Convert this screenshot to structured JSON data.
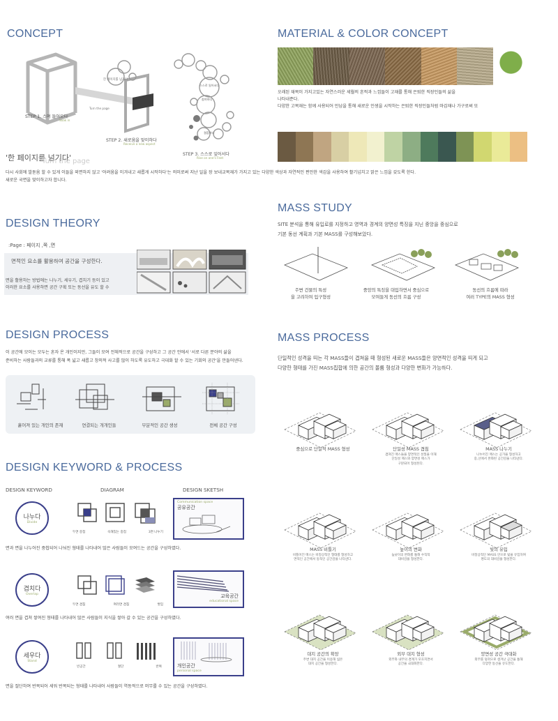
{
  "concept": {
    "heading": "CONCEPT",
    "step1": "STEP 1. 스며 들어오다",
    "step1_en": "Soak in",
    "step2": "STEP 2. 새로움을 맞이하다",
    "step2_en": "Receive a new aspect",
    "step3": "STEP 3. 스스로 잎어서다",
    "step3_en": "Rise on one's Feet",
    "label_turn": "한 페이지를 넘기다",
    "label_turnpage": "Turn the page",
    "bubble1": "스스로 일어서다",
    "bubble2": "참여하다",
    "bubble3": "결합하다",
    "quote": "'한 페이지를 넘기다'",
    "quote_en": "Turn the page",
    "body": "다시 사회에 발돋움 할 수 있게 이들을 외면하지 않고 '어려움을 이겨내고 새롭게 시작하다'는 의미로써 지난 일을 장 보내교목재가 가지고 있는 다양한 색상과 자연적인 편안한 색감을 사용하여 활기넘치고 밝은 느낌을 갖도록 한다.",
    "body2": "새로운 국면을 맞이하고자 합니다."
  },
  "material": {
    "heading": "MATERIAL & COLOR CONCEPT",
    "line1": "오래된 재목이 가지고있는 자연스러운 세월의 흔적과 느낌들이 고재를 통해 은퇴한 직장인들의 삶을",
    "line2": "나타내준다.",
    "line3": "다양한 고목재는 함께 사용되어 만남을 통해 새로운 인생을 시작하는 은퇴한 직장인들처럼 마감재나 가구로써 또",
    "photo_colors": [
      "#8ea35c",
      "#6b5b45",
      "#7a6550",
      "#8a6b45",
      "#c79a62",
      "#b8ab8c",
      "#7fae4a"
    ],
    "swatches": [
      "#6b5a42",
      "#8e7654",
      "#c0a581",
      "#d8cfa4",
      "#eee8b8",
      "#f2f1cf",
      "#bfd3a4",
      "#8dae84",
      "#4e7a5c",
      "#3a5750",
      "#7e9355",
      "#d1d770",
      "#eaea98",
      "#ecbf83"
    ]
  },
  "theory": {
    "heading": "DESIGN THEORY",
    "page_def": ":Page : 페이지 ,쪽 ,면",
    "highlight": "면적인 요소를 활용하여 공간을 구성한다.",
    "body1": "면을 활용하는 방법에는 나누기, 세우기, 겹치기 등이 있고",
    "body2": "이러한 요소를 사용하면  공간 구획 또는 동선을 유도 할 수"
  },
  "mass_study": {
    "heading": "MASS STUDY",
    "line1": "SITE 분석을 통해 유입로를 지정하고 영역과 경계의 양면성 특징을 지닌 중앙을 중심으로",
    "line2": "기본 동선  계획과 기본 MASS를 구성해보았다.",
    "items": [
      {
        "l1": "주변 건물의 특성",
        "l2": "을 고려하여 입구형성"
      },
      {
        "l1": "중앙의 특징을 대입하면서 중심으로",
        "l2": "모여들게 동선의 흐름 구성"
      },
      {
        "l1": "동선의 흐름에 따라",
        "l2": "여러 TYPE의 MASS 형성"
      }
    ]
  },
  "process": {
    "heading": "DESIGN PROCESS",
    "line1": "이 공간에 모이는 모두는 혼자 온 개인이지만, 그들이 모여 전체적으로 공간을 구성하고 그 공간 안에서 '서로 다른 분야의 삶을",
    "line2": "준비하는 사람들과의 교류를 통해 폭 넓고 새롭고 창의적 사고를 많이 하도록 유도하고 극대화 할 수 있는 기회의 공간'을 만들어낸다.",
    "steps": [
      "흩어져 있는 개인의 존재",
      "연결되는 개개인들",
      "부분적인 공간 생성",
      "전체 공간 구성"
    ]
  },
  "mass_process": {
    "heading": "MASS PROCESS",
    "line1": "단일적인 성격을 띄는 각 MASS들이 겹쳐을 때 형성된 새로운 MASS들은 양면적인 성격을 띄게 되고",
    "line2": "다양한 형태를 가진 MASS집합에 의한 공간의 볼륨 형성과 다양한 변화가 가능하다.",
    "items": [
      {
        "title": "중심으로 단일적 MASS 형성",
        "d1": "",
        "d2": "",
        "d3": ""
      },
      {
        "title": "단일성 MASS 겹침",
        "d1": "겹쳐진 매스들을 양면적인 성질을 이해",
        "d2": "단일성 매스와 양면성 매스가",
        "d3": "구분되어 형성된다."
      },
      {
        "title": "MASS 나누기",
        "d1": "나누어진 매스는 공가을 형성하고",
        "d2": "중,선에서 완화된 공간감을 나타낸다.",
        "d3": ""
      },
      {
        "title": "MASS 비틀기",
        "d1": "비틀어진 매스는 비정상적인 형태를 형성하고",
        "d2": "면적인 공간에서 동적인 공간감을 나타낸다.",
        "d3": ""
      },
      {
        "title": "높이의 변화",
        "d1": "높낮이의 변화를 통해 수직적",
        "d2": "대비감을 형성한다.",
        "d3": ""
      },
      {
        "title": "빛의 유입",
        "d1": "비정상적인 MASS 안으로 빛을 유입하여",
        "d2": "명도의 대비감을 형성한다.",
        "d3": ""
      },
      {
        "title": "대지 공간의 확장",
        "d1": "주변 대지 공간을 이용해 넓은",
        "d2": "대지 공간을 형성한다.",
        "d3": ""
      },
      {
        "title": "외부 대지 형성",
        "d1": "외부와 내부의 경계가 모호지면서",
        "d2": "공간을 극대화한다.",
        "d3": ""
      },
      {
        "title": "양면성 공간 극대화",
        "d1": "외부를 덮혀으로 생겨난 공간을 통해",
        "d2": "다양한 동선을 유도한다.",
        "d3": ""
      }
    ]
  },
  "keyword": {
    "heading": "DESIGN KEYWORD & PROCESS",
    "col1": "DESIGN KEYWORD",
    "col2": "DIAGRAM",
    "col3": "DESIGN SKETSH",
    "rows": [
      {
        "ko": "나누다",
        "en": "Divide",
        "diagrams": [
          "두면 중첩",
          "속해있는 중첩",
          "3면 나누기"
        ],
        "sketch_en": "Communication space",
        "sketch_ko": "공유공간",
        "desc": "면과 면을 나누어진 중첩되어 나눠진 형태를 나타내어 많은 사람들이 모여드는 공간을 구성하였다."
      },
      {
        "ko": "겹치다",
        "en": "Overlap",
        "diagrams": [
          "두면 겹침",
          "여러면 겹침",
          "쌓임"
        ],
        "sketch_en": "educational space",
        "sketch_ko": "교육공간",
        "desc": "여러 면을 겹쳐 쌓여진 형태를 나타내어 많은 사람들이 지식을 쌓아 갈 수 있는 공간을 구성하였다."
      },
      {
        "ko": "세우다",
        "en": "Stand",
        "diagrams": [
          "빈공간",
          "절단",
          "반복"
        ],
        "sketch_en": "personal space",
        "sketch_ko": "개인공간",
        "desc": "면을 절단하여 반복되어 세워 반복되는 형태를 나타내어 사람들이 역동적으로 머무를 수 있는 공간을 구성하였다."
      }
    ]
  }
}
